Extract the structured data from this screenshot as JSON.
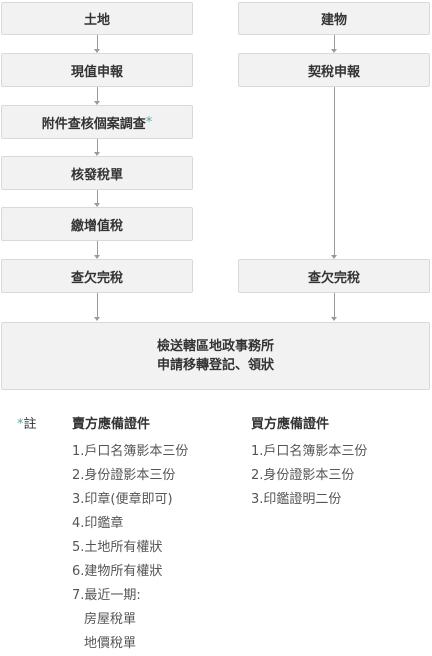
{
  "left_column": {
    "steps": [
      "土地",
      "現值申報",
      "附件查核個案調查",
      "核發稅單",
      "繳增值稅",
      "查欠完稅"
    ],
    "step3_marker": "*"
  },
  "right_column": {
    "steps": [
      "建物",
      "契稅申報",
      "查欠完稅"
    ]
  },
  "merge": {
    "line1": "檢送轄區地政事務所",
    "line2": "申請移轉登記、領狀"
  },
  "note": {
    "marker": "*",
    "label": "註",
    "seller": {
      "title": "賣方應備證件",
      "items": [
        "1.戶口名簿影本三份",
        "2.身份證影本三份",
        "3.印章(便章即可)",
        "4.印鑑章",
        "5.土地所有權狀",
        "6.建物所有權狀",
        "7.最近一期:"
      ],
      "sub_items": [
        "房屋稅單",
        "地價稅單"
      ]
    },
    "buyer": {
      "title": "買方應備證件",
      "items": [
        "1.戶口名簿影本三份",
        "2.身份證影本三份",
        "3.印鑑證明二份"
      ]
    }
  },
  "colors": {
    "box_bg": "#f2f2f2",
    "box_border": "#d9d9d9",
    "arrow": "#9a9a9a",
    "accent": "#5aa7a7"
  }
}
